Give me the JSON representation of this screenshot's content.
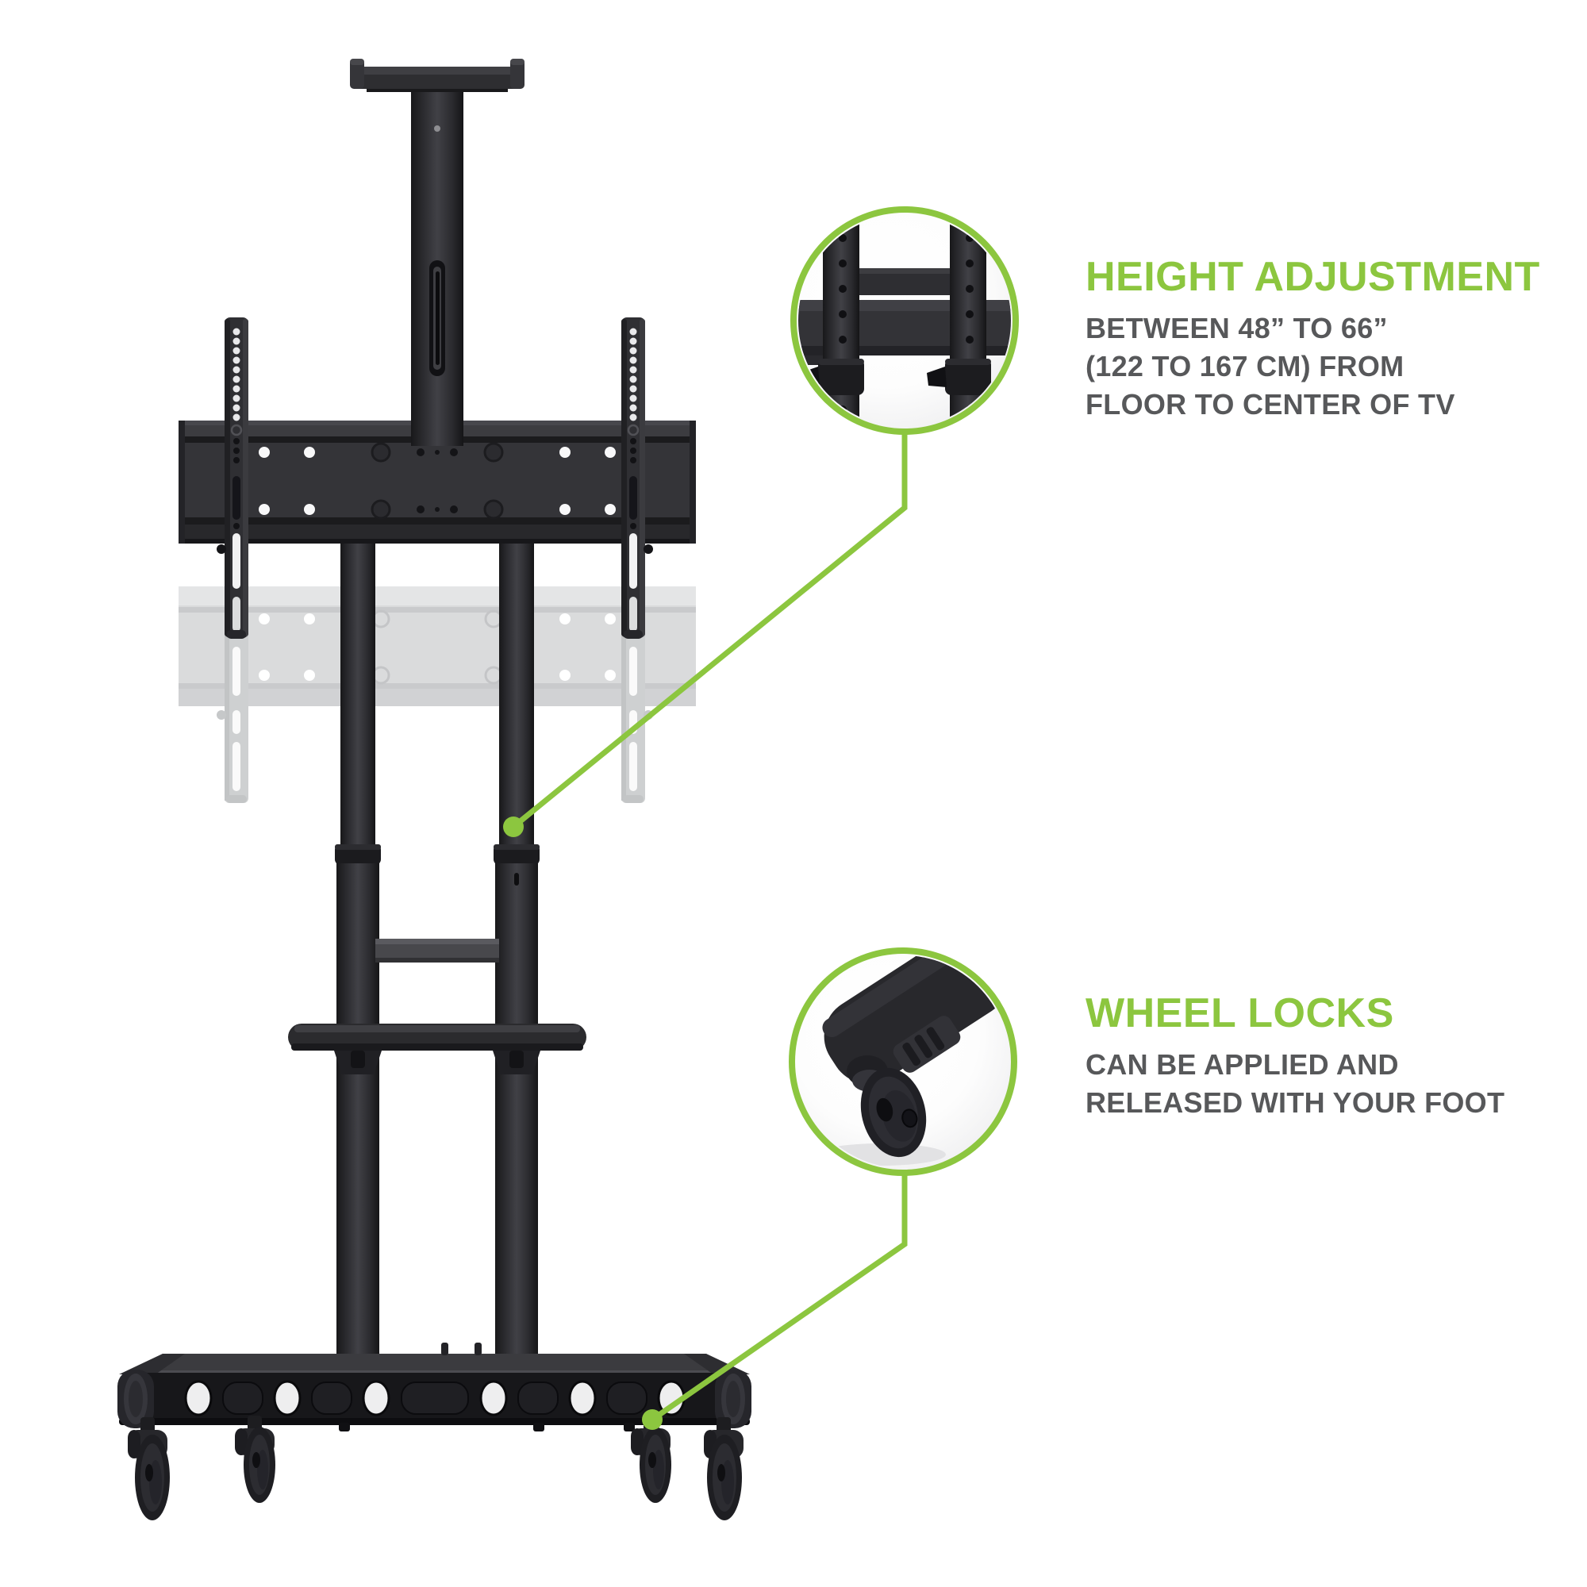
{
  "page": {
    "background": "#ffffff",
    "description": "Mobile TV cart product infographic with two feature callouts"
  },
  "colors": {
    "accent_green": "#8cc63f",
    "body_text_gray": "#57585a",
    "product_black": "#232326",
    "ghost_position_gray": "#d9dadb"
  },
  "callouts": [
    {
      "id": "height-adjustment",
      "title": "HEIGHT ADJUSTMENT",
      "lines": [
        "BETWEEN 48” TO 66”",
        "(122 TO 167 CM) FROM",
        "FLOOR TO CENTER OF TV"
      ],
      "detail_icon": "telescoping-column-closeup-icon"
    },
    {
      "id": "wheel-locks",
      "title": "WHEEL LOCKS",
      "lines": [
        "CAN BE APPLIED AND",
        "RELEASED WITH YOUR FOOT"
      ],
      "detail_icon": "locking-caster-closeup-icon"
    }
  ]
}
